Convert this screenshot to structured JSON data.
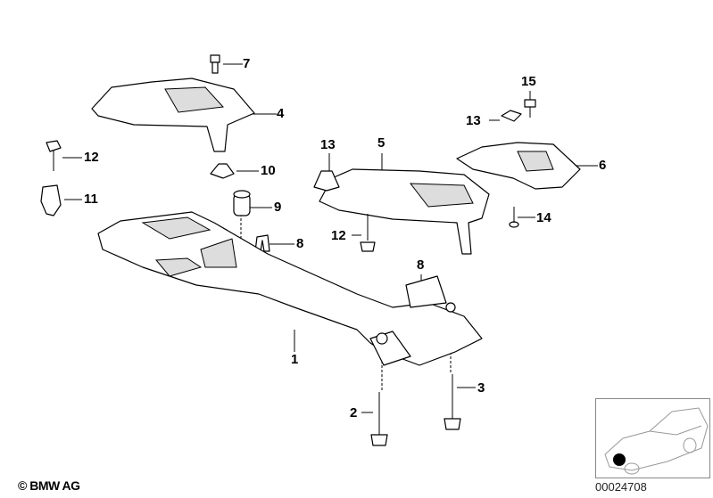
{
  "diagram": {
    "callouts": [
      {
        "id": "label-7",
        "text": "7"
      },
      {
        "id": "label-4",
        "text": "4"
      },
      {
        "id": "label-12a",
        "text": "12"
      },
      {
        "id": "label-10",
        "text": "10"
      },
      {
        "id": "label-11",
        "text": "11"
      },
      {
        "id": "label-9",
        "text": "9"
      },
      {
        "id": "label-8a",
        "text": "8"
      },
      {
        "id": "label-13a",
        "text": "13"
      },
      {
        "id": "label-5",
        "text": "5"
      },
      {
        "id": "label-15",
        "text": "15"
      },
      {
        "id": "label-13b",
        "text": "13"
      },
      {
        "id": "label-6",
        "text": "6"
      },
      {
        "id": "label-14",
        "text": "14"
      },
      {
        "id": "label-12b",
        "text": "12"
      },
      {
        "id": "label-8b",
        "text": "8"
      },
      {
        "id": "label-1",
        "text": "1"
      },
      {
        "id": "label-3",
        "text": "3"
      },
      {
        "id": "label-2",
        "text": "2"
      }
    ]
  },
  "footer": {
    "copyright": "© BMW AG",
    "image_id": "00024708"
  }
}
